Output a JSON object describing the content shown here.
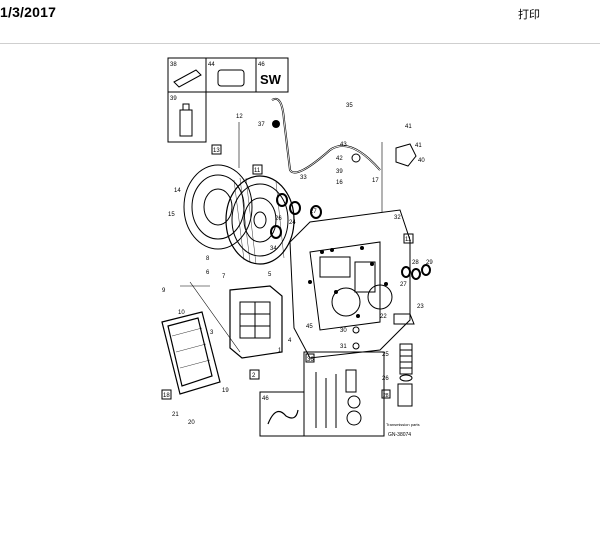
{
  "header": {
    "date": "1/3/2017",
    "print_label": "打印"
  },
  "diagram": {
    "callouts": [
      "38",
      "44",
      "46",
      "SW",
      "39",
      "12",
      "13",
      "11",
      "14",
      "15",
      "35",
      "37",
      "41",
      "43",
      "42",
      "39",
      "40",
      "33",
      "16",
      "17",
      "27",
      "26",
      "24",
      "34",
      "32",
      "11",
      "8",
      "6",
      "7",
      "5",
      "9",
      "10",
      "3",
      "18",
      "21",
      "20",
      "19",
      "2",
      "4",
      "1",
      "45",
      "30",
      "31",
      "22",
      "23",
      "25",
      "26",
      "28",
      "27",
      "29",
      "36",
      "46"
    ],
    "footer_code": "GN-38074",
    "small_note": "Transmission parts"
  }
}
